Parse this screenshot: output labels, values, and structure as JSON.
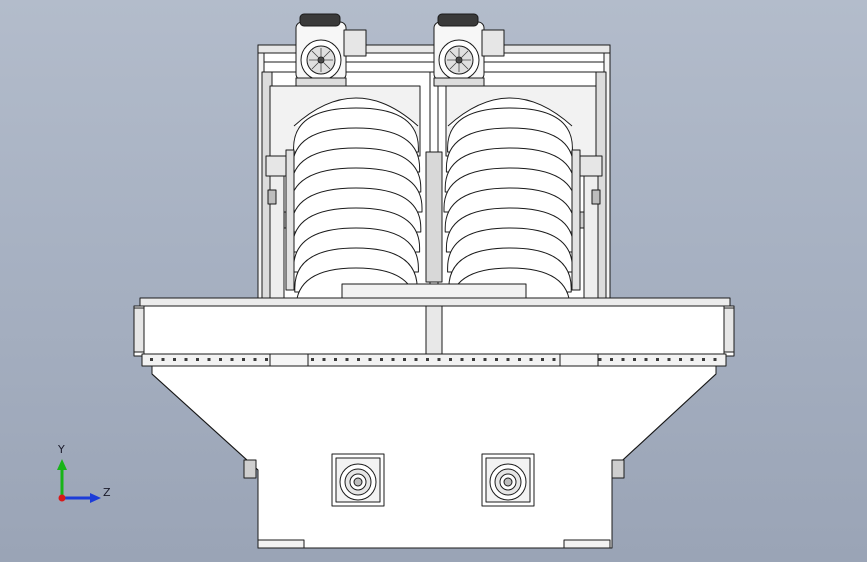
{
  "viewport": {
    "background_colors": [
      "#b3bccb",
      "#9aa4b6"
    ],
    "line_color": "#1b1b1b",
    "fill_color": "#ffffff"
  },
  "triad": {
    "y_label": "Y",
    "z_label": "Z",
    "y_color": "#18b418",
    "z_color": "#1c3cd8",
    "x_color": "#d81818"
  },
  "model": {
    "motor_count": 2,
    "disc_stacks": 2,
    "discs_per_stack": 9,
    "outlet_count": 2
  }
}
